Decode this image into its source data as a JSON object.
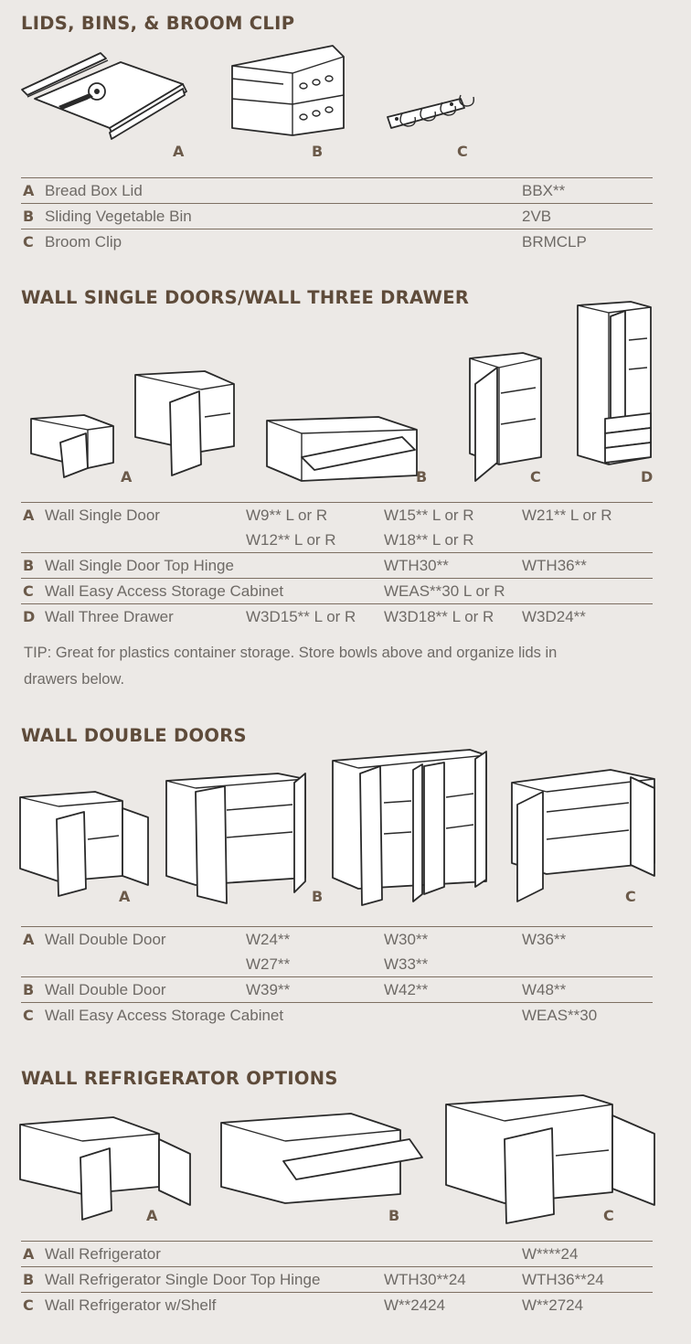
{
  "sections": [
    {
      "title": "LIDS, BINS, & BROOM CLIP",
      "figure_letters": [
        "A",
        "B",
        "C"
      ],
      "rows": [
        {
          "letter": "A",
          "name": "Bread Box Lid",
          "lines": [
            [
              "",
              "",
              "BBX**"
            ]
          ]
        },
        {
          "letter": "B",
          "name": "Sliding Vegetable Bin",
          "lines": [
            [
              "",
              "",
              "2VB"
            ]
          ]
        },
        {
          "letter": "C",
          "name": "Broom Clip",
          "lines": [
            [
              "",
              "",
              "BRMCLP"
            ]
          ]
        }
      ]
    },
    {
      "title": "WALL SINGLE DOORS/WALL THREE DRAWER",
      "figure_letters": [
        "A",
        "B",
        "C",
        "D"
      ],
      "rows": [
        {
          "letter": "A",
          "name": "Wall Single Door",
          "lines": [
            [
              "W9** L or R",
              "W15** L or R",
              "W21** L or R"
            ],
            [
              "W12** L or R",
              "W18** L or R",
              ""
            ]
          ]
        },
        {
          "letter": "B",
          "name": "Wall Single Door Top Hinge",
          "lines": [
            [
              "",
              "WTH30**",
              "WTH36**"
            ]
          ]
        },
        {
          "letter": "C",
          "name": "Wall Easy Access Storage Cabinet",
          "lines": [
            [
              "",
              "WEAS**30 L or R",
              ""
            ]
          ]
        },
        {
          "letter": "D",
          "name": "Wall Three Drawer",
          "lines": [
            [
              "W3D15** L or R",
              "W3D18** L or R",
              "W3D24**"
            ]
          ]
        }
      ],
      "tip": "TIP:  Great for plastics container storage. Store bowls above and organize lids in drawers below."
    },
    {
      "title": "WALL DOUBLE DOORS",
      "figure_letters": [
        "A",
        "B",
        "C"
      ],
      "rows": [
        {
          "letter": "A",
          "name": "Wall Double Door",
          "lines": [
            [
              "W24**",
              "W30**",
              "W36**"
            ],
            [
              "W27**",
              "W33**",
              ""
            ]
          ]
        },
        {
          "letter": "B",
          "name": "Wall Double Door",
          "lines": [
            [
              "W39**",
              "W42**",
              "W48**"
            ]
          ]
        },
        {
          "letter": "C",
          "name": "Wall Easy Access Storage Cabinet",
          "lines": [
            [
              "",
              "",
              "WEAS**30"
            ]
          ]
        }
      ]
    },
    {
      "title": "WALL REFRIGERATOR OPTIONS",
      "figure_letters": [
        "A",
        "B",
        "C"
      ],
      "rows": [
        {
          "letter": "A",
          "name": "Wall Refrigerator",
          "lines": [
            [
              "",
              "",
              "W****24"
            ]
          ]
        },
        {
          "letter": "B",
          "name": "Wall Refrigerator Single Door Top Hinge",
          "lines": [
            [
              "",
              "WTH30**24",
              "WTH36**24"
            ]
          ]
        },
        {
          "letter": "C",
          "name": "Wall Refrigerator w/Shelf",
          "lines": [
            [
              "",
              "W**2424",
              "W**2724"
            ]
          ]
        }
      ]
    }
  ]
}
